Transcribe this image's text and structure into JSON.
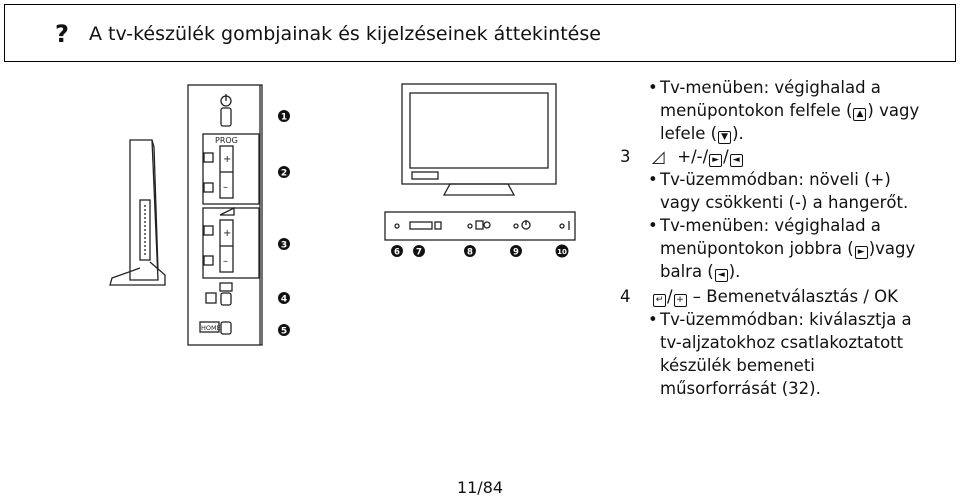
{
  "header": {
    "icon": "question-mark",
    "title": "A tv-készülék gombjainak és kijelzéseinek áttekintése"
  },
  "illustration": {
    "labels": {
      "prog": "PROG",
      "home": "HOME",
      "plus": "+",
      "minus": "–"
    },
    "callouts": [
      "1",
      "2",
      "3",
      "4",
      "5",
      "6",
      "7",
      "8",
      "9",
      "10"
    ]
  },
  "content": {
    "b1": "Tv-menüben: végighalad a",
    "b1_l2_pre": "menüpontokon felfele (",
    "b1_l2_post": ") vagy",
    "b1_l3_pre": "lefele (",
    "b1_l3_post": ").",
    "item3_num": "3",
    "item3_label": "+/-/",
    "item3_sep": "/",
    "b2": "Tv-üzemmódban: növeli (+)",
    "b2_l2": "vagy csökkenti (-) a hangerőt.",
    "b3": "Tv-menüben: végighalad a",
    "b3_l2_pre": "menüpontokon jobbra (",
    "b3_l2_post": ")vagy",
    "b3_l3_pre": "balra (",
    "b3_l3_post": ").",
    "item4_num": "4",
    "item4_label": "/",
    "item4_text": " – Bemenetválasztás / OK",
    "b4": "Tv-üzemmódban: kiválasztja a",
    "b4_l2": "tv-aljzatokhoz csatlakoztatott",
    "b4_l3": "készülék bemeneti",
    "b4_l4": "műsorforrását (32)."
  },
  "footer": {
    "page": "11/84"
  }
}
